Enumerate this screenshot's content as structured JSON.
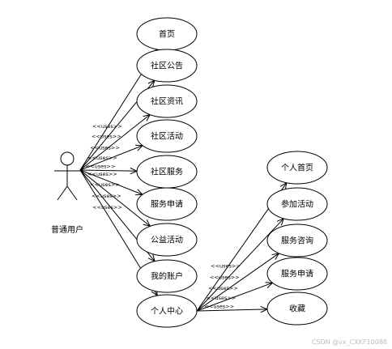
{
  "actor": {
    "label": "普通用户"
  },
  "stereotype": "<<uses>>",
  "use_cases": [
    {
      "id": "uc1",
      "label": "首页"
    },
    {
      "id": "uc2",
      "label": "社区公告"
    },
    {
      "id": "uc3",
      "label": "社区资讯"
    },
    {
      "id": "uc4",
      "label": "社区活动"
    },
    {
      "id": "uc5",
      "label": "社区服务"
    },
    {
      "id": "uc6",
      "label": "服务申请"
    },
    {
      "id": "uc7",
      "label": "公益活动"
    },
    {
      "id": "uc8",
      "label": "我的账户"
    },
    {
      "id": "uc9",
      "label": "个人中心"
    },
    {
      "id": "uc10",
      "label": "个人首页"
    },
    {
      "id": "uc11",
      "label": "参加活动"
    },
    {
      "id": "uc12",
      "label": "服务咨询"
    },
    {
      "id": "uc13",
      "label": "服务申请"
    },
    {
      "id": "uc14",
      "label": "收藏"
    }
  ],
  "relations": [
    {
      "from": "actor",
      "to": "uc1"
    },
    {
      "from": "actor",
      "to": "uc2"
    },
    {
      "from": "actor",
      "to": "uc3"
    },
    {
      "from": "actor",
      "to": "uc4"
    },
    {
      "from": "actor",
      "to": "uc5"
    },
    {
      "from": "actor",
      "to": "uc6"
    },
    {
      "from": "actor",
      "to": "uc7"
    },
    {
      "from": "actor",
      "to": "uc8"
    },
    {
      "from": "actor",
      "to": "uc9"
    },
    {
      "from": "uc9",
      "to": "uc10"
    },
    {
      "from": "uc9",
      "to": "uc11"
    },
    {
      "from": "uc9",
      "to": "uc12"
    },
    {
      "from": "uc9",
      "to": "uc13"
    },
    {
      "from": "uc9",
      "to": "uc14"
    }
  ],
  "watermark": "CSDN @vx_CXKF10088"
}
